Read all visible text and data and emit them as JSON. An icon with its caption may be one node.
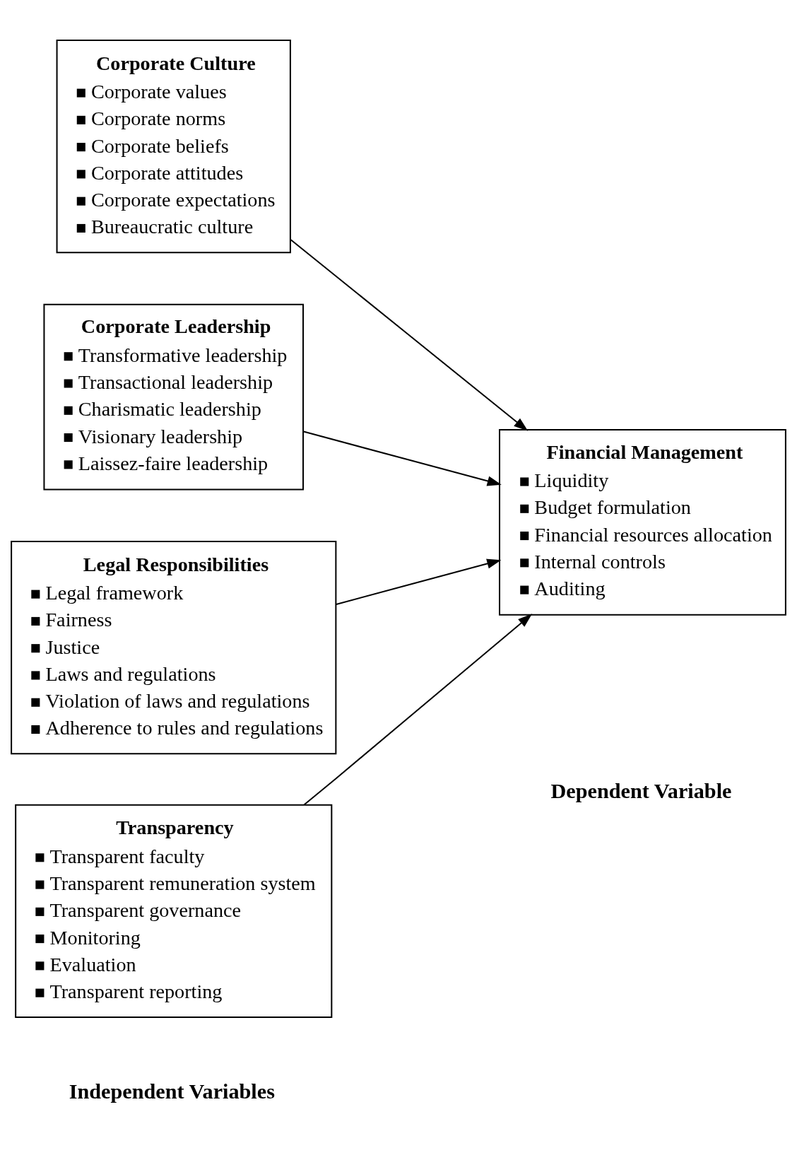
{
  "diagram": {
    "nodes": [
      {
        "text": [
          "Corporate Culture",
          "Corporate values",
          "Corporate norms",
          "Corporate beliefs",
          "Corporate attitudes",
          "Corporate expectations",
          "Bureaucratic culture"
        ]
      },
      {
        "text": [
          "Corporate Leadership",
          "Transformative leadership",
          "Transactional leadership",
          "Charismatic leadership",
          "Visionary leadership",
          "Laissez-faire leadership"
        ]
      },
      {
        "text": [
          "Legal Responsibilities",
          "Legal framework",
          "Fairness",
          "Justice",
          "Laws and regulations",
          "Violation of laws and regulations",
          "Adherence to rules and regulations"
        ]
      },
      {
        "text": [
          "Transparency",
          "Transparent faculty",
          "Transparent remuneration system",
          "Transparent governance",
          "Monitoring",
          "Evaluation",
          "Transparent reporting"
        ]
      },
      {
        "text": [
          "Financial Management",
          "Liquidity",
          "Budget formulation",
          "Financial resources allocation",
          "Internal controls",
          "Auditing"
        ]
      }
    ],
    "edges": [
      {
        "from": 0,
        "to": 4,
        "arrow": "to"
      },
      {
        "from": 1,
        "to": 4,
        "arrow": "to"
      },
      {
        "from": 2,
        "to": 4,
        "arrow": "to"
      },
      {
        "from": 3,
        "to": 4,
        "arrow": "to"
      }
    ],
    "labels": [
      "Independent Variables",
      "Dependent Variable"
    ]
  }
}
